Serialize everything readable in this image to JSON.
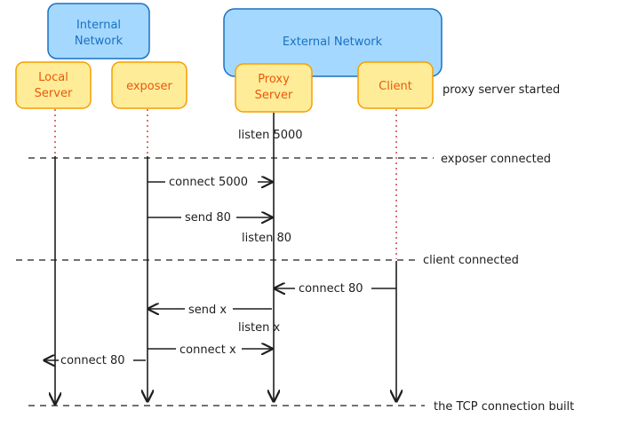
{
  "groups": {
    "internal": {
      "line1": "Internal",
      "line2": "Network"
    },
    "external": {
      "label": "External Network"
    }
  },
  "actors": {
    "local_server": {
      "line1": "Local",
      "line2": "Server"
    },
    "exposer": {
      "label": "exposer"
    },
    "proxy_server": {
      "line1": "Proxy",
      "line2": "Server"
    },
    "client": {
      "label": "Client"
    }
  },
  "phases": {
    "proxy_started": "proxy server started",
    "exposer_connected": "exposer connected",
    "client_connected": "client connected",
    "tcp_built": "the TCP connection built"
  },
  "notes": {
    "listen_5000": "listen 5000",
    "listen_80": "listen 80",
    "listen_x": "listen x"
  },
  "messages": {
    "connect_5000": "connect 5000",
    "send_80": "send 80",
    "connect_80_client": "connect 80",
    "send_x": "send x",
    "connect_x": "connect x",
    "connect_80_local": "connect 80"
  },
  "colors": {
    "group_fill": "#a5d8ff",
    "group_stroke": "#1971c2",
    "actor_fill": "#ffec99",
    "actor_stroke": "#f59f00",
    "lifeline_dotted": "#c92a2a",
    "line": "#1e1e1e"
  }
}
